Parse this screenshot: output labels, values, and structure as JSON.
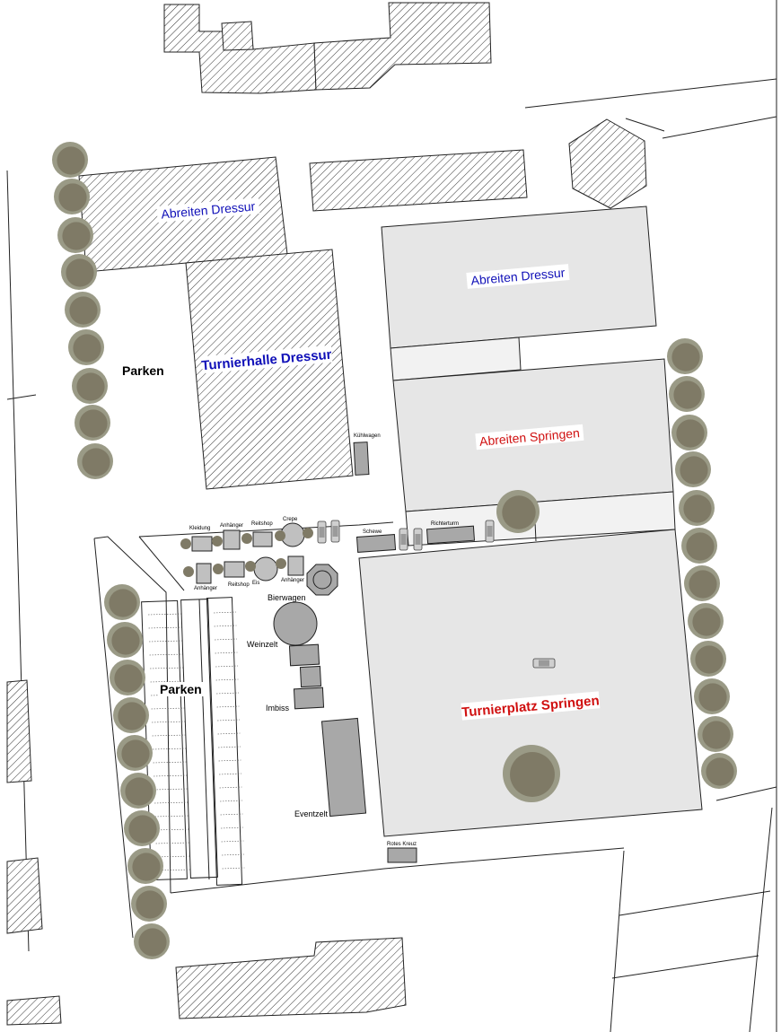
{
  "labels": {
    "abreiten_dressur_1": "Abreiten Dressur",
    "abreiten_dressur_2": "Abreiten Dressur",
    "turnierhalle_dressur": "Turnierhalle Dressur",
    "abreiten_springen": "Abreiten Springen",
    "turnierplatz_springen": "Turnierplatz Springen",
    "parken_1": "Parken",
    "parken_2": "Parken",
    "kuehlwagen": "Kühlwagen",
    "kleidung": "Kleidung",
    "anhaenger_1": "Anhänger",
    "reitshop_1": "Reitshop",
    "crepe": "Crepe",
    "schewe": "Schewe",
    "richterturm": "Richterturm",
    "anhaenger_2": "Anhänger",
    "reitshop_2": "Reitshop",
    "eis": "Eis",
    "anhaenger_3": "Anhänger",
    "bierwagen": "Bierwagen",
    "weinzelt": "Weinzelt",
    "imbiss": "Imbiss",
    "eventzelt": "Eventzelt",
    "rotes_kreuz": "Rotes Kreuz"
  },
  "colors": {
    "blue_label": "#1010b8",
    "red_label": "#d01010",
    "arena_fill": "#e6e6e6",
    "stall_fill": "#a8a8a8",
    "tree": "#8a8672"
  },
  "icons": {
    "tree": "tree-icon",
    "car": "car-icon",
    "pavilion": "octagon-pavilion-icon"
  }
}
